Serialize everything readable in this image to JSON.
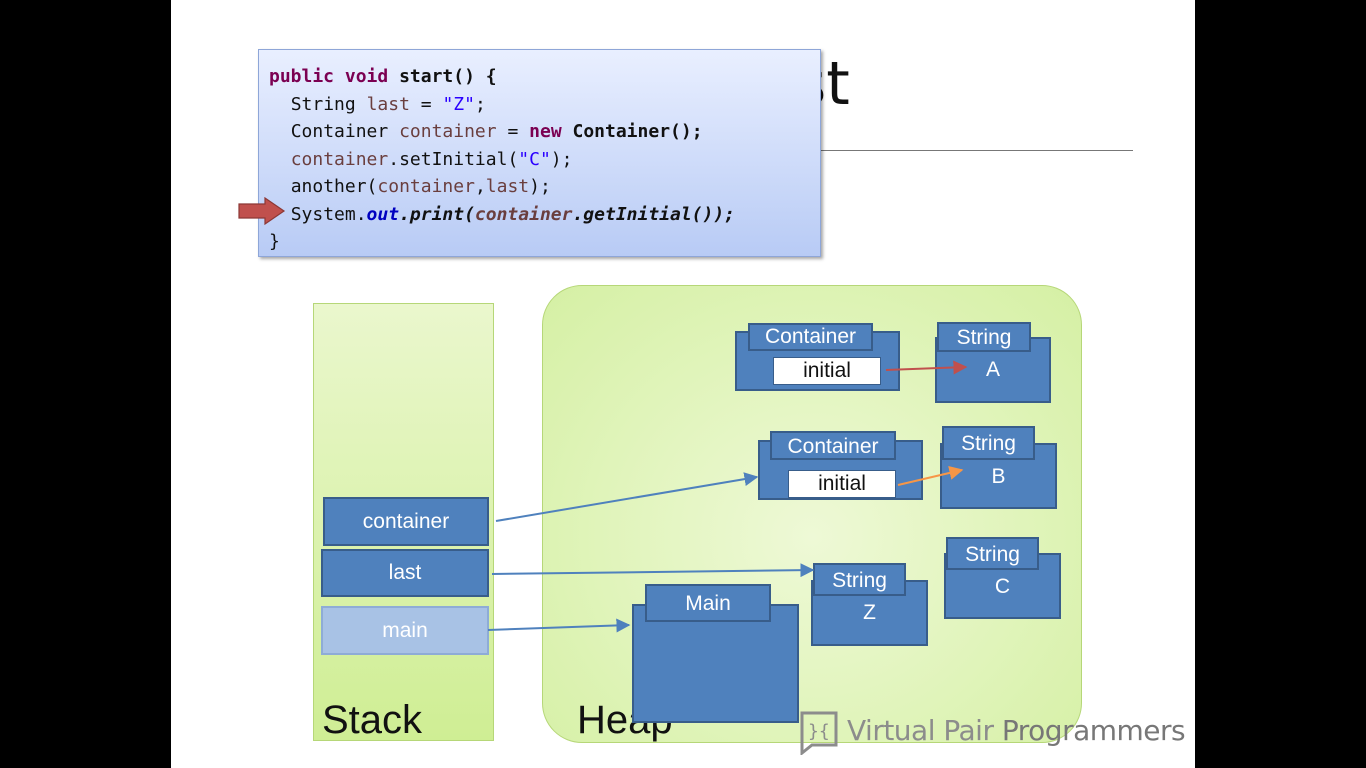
{
  "slide": {
    "title_fragment": "st",
    "code": {
      "l1": {
        "kw1": "public",
        "kw2": "void",
        "name": "start() {"
      },
      "l2": {
        "type": "String",
        "var": "last",
        "eq": " = ",
        "str": "\"Z\"",
        "end": ";"
      },
      "l3": {
        "type": "Container",
        "var": "container",
        "eq": " = ",
        "kw": "new",
        "ctor": "Container();"
      },
      "l4": {
        "var": "container",
        "call": ".setInitial(",
        "str": "\"C\"",
        "end": ");"
      },
      "l5": {
        "call": "another(",
        "var1": "container",
        "comma": ",",
        "var2": "last",
        "end": ");"
      },
      "l6": {
        "cls": "System.",
        "field": "out",
        "call": ".print(",
        "var": "container",
        "tail": ".getInitial());"
      },
      "l7": {
        "close": "}"
      }
    },
    "stack": {
      "label": "Stack",
      "frames": [
        {
          "label": "container"
        },
        {
          "label": "last"
        },
        {
          "label": "main"
        }
      ]
    },
    "heap": {
      "label": "Heap",
      "container1": {
        "type": "Container",
        "field": "initial"
      },
      "stringA": {
        "type": "String",
        "value": "A"
      },
      "container2": {
        "type": "Container",
        "field": "initial"
      },
      "stringB": {
        "type": "String",
        "value": "B"
      },
      "stringC": {
        "type": "String",
        "value": "C"
      },
      "stringZ": {
        "type": "String",
        "value": "Z"
      },
      "main": {
        "type": "Main"
      }
    },
    "logo": {
      "part1": "Virtual Pair ",
      "part2": "Programmers"
    },
    "colors": {
      "object_fill": "#4f81bd",
      "object_border": "#385d8a",
      "arrow_blue": "#4f81bd",
      "arrow_red": "#c0504d",
      "arrow_orange": "#f79646",
      "panel_green": "#d5f0a4",
      "code_bg": "#c9d8f7"
    }
  }
}
